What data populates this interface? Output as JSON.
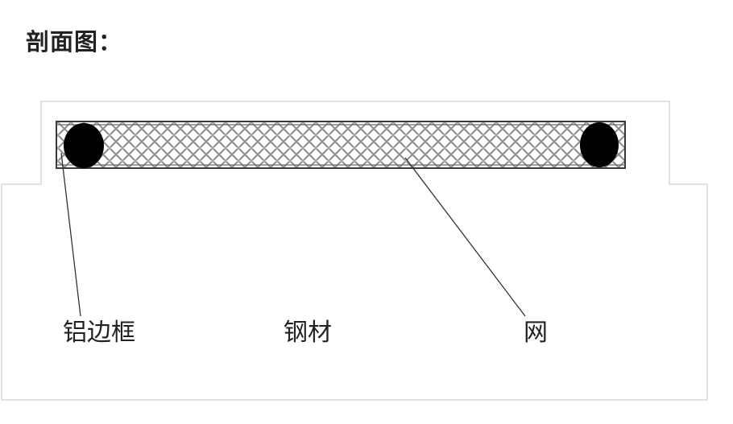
{
  "heading": "剖面图：",
  "labels": {
    "frame": "铝边框",
    "steel": "钢材",
    "mesh": "网"
  },
  "colors": {
    "outline": "#d8d8d8",
    "frame_stroke": "#333333",
    "mesh_stroke": "#8a8a8a",
    "bead": "#000000",
    "text": "#222222",
    "leader": "#333333"
  }
}
